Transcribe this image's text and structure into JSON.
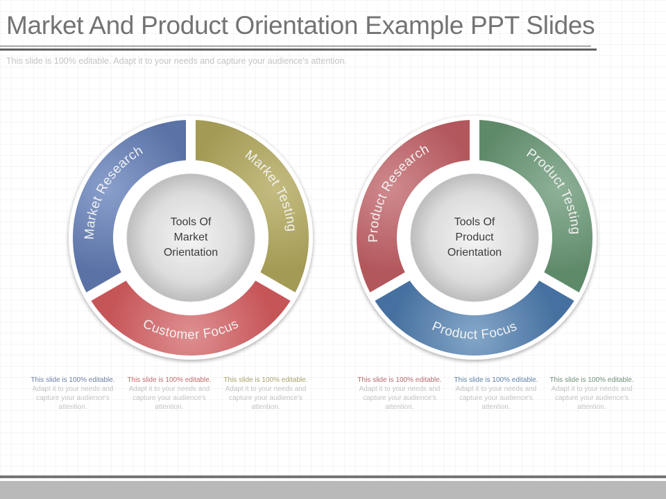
{
  "header": {
    "title": "Market And Product Orientation Example PPT Slides",
    "subtitle": "This slide is 100% editable. Adapt it to your needs and capture your audience's attention."
  },
  "wheels": [
    {
      "id": "market",
      "center_line1": "Tools Of",
      "center_line2": "Market",
      "center_line3": "Orientation",
      "segments": [
        {
          "label": "Market Research",
          "start": 240,
          "end": 360,
          "color": "#5a72a6",
          "light": "#8a9fcb"
        },
        {
          "label": "Market Testing",
          "start": 0,
          "end": 120,
          "color": "#a39a55",
          "light": "#c4bc80"
        },
        {
          "label": "Customer Focus",
          "start": 120,
          "end": 240,
          "color": "#c65558",
          "light": "#de8f91"
        }
      ]
    },
    {
      "id": "product",
      "center_line1": "Tools Of",
      "center_line2": "Product",
      "center_line3": "Orientation",
      "segments": [
        {
          "label": "Product Research",
          "start": 240,
          "end": 360,
          "color": "#b2575c",
          "light": "#cf8a8e"
        },
        {
          "label": "Product Testing",
          "start": 0,
          "end": 120,
          "color": "#5f8a6a",
          "light": "#8eb198"
        },
        {
          "label": "Product Focus",
          "start": 120,
          "end": 240,
          "color": "#4670a0",
          "light": "#84a7c8"
        }
      ]
    }
  ],
  "notes": [
    {
      "lead": "This slide is 100% editable.",
      "rest": " Adapt it to your needs and capture your audience's attention.",
      "color": "#6b7fa8"
    },
    {
      "lead": "This slide is 100% editable.",
      "rest": " Adapt it to your needs and capture your audience's attention.",
      "color": "#c46a6a"
    },
    {
      "lead": "This slide is 100% editable.",
      "rest": " Adapt it to your needs and capture your audience's attention.",
      "color": "#a9a06a"
    },
    {
      "lead": "This slide is 100% editable.",
      "rest": " Adapt it to your needs and capture your audience's attention.",
      "color": "#b56a6e"
    },
    {
      "lead": "This slide is 100% editable.",
      "rest": " Adapt it to your needs and capture your audience's attention.",
      "color": "#5f82a8"
    },
    {
      "lead": "This slide is 100% editable.",
      "rest": " Adapt it to your needs and capture your audience's attention.",
      "color": "#6f9078"
    }
  ]
}
